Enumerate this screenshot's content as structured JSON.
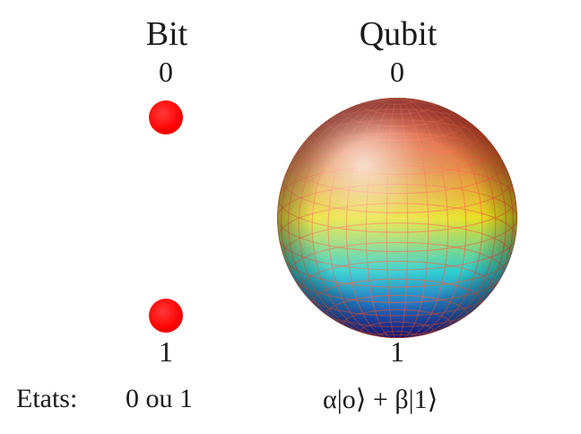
{
  "bit": {
    "title": "Bit",
    "top_label": "0",
    "bottom_label": "1",
    "dot_color": "#ff0000"
  },
  "qubit": {
    "title": "Qubit",
    "top_label": "0",
    "bottom_label": "1"
  },
  "states": {
    "label": "Etats:",
    "bit_states": "0 ou 1",
    "qubit_states": "α|o⟩ + β|1⟩"
  },
  "colors": {
    "sphere_top": "#cc1a1a",
    "sphere_upper": "#e07a30",
    "sphere_middle": "#e8e020",
    "sphere_lower": "#30d0d0",
    "sphere_bottom": "#1a20b8"
  }
}
